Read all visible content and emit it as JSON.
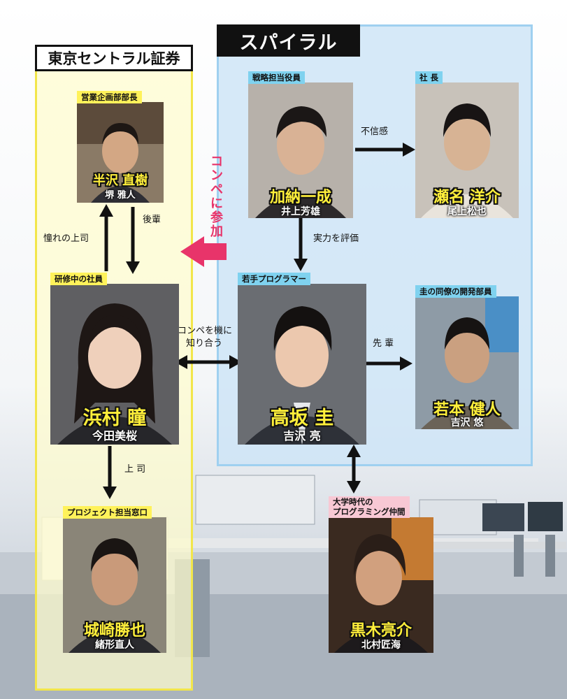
{
  "groups": {
    "tokyo": "東京セントラル証券",
    "spiral": "スパイラル"
  },
  "compe_label": [
    "コ",
    "ン",
    "ペ",
    "に",
    "参",
    "加"
  ],
  "characters": {
    "hanzawa": {
      "role": "営業企画部部長",
      "name": "半沢 直樹",
      "actor": "堺 雅人"
    },
    "hamamura": {
      "role": "研修中の社員",
      "name": "浜村 瞳",
      "actor": "今田美桜"
    },
    "shirosaki": {
      "role": "プロジェクト担当窓口",
      "name": "城崎勝也",
      "actor": "緒形直人"
    },
    "kanou": {
      "role": "戦略担当役員",
      "name": "加納一成",
      "actor": "井上芳雄"
    },
    "sena": {
      "role": "社 長",
      "name": "瀬名 洋介",
      "actor": "尾上松也"
    },
    "takasaka": {
      "role": "若手プログラマー",
      "name": "高坂 圭",
      "actor": "吉沢 亮"
    },
    "wakamoto": {
      "role": "圭の同僚の開発部員",
      "name": "若本 健人",
      "actor": "吉沢 悠"
    },
    "kuroki": {
      "role_line1": "大学時代の",
      "role_line2": "プログラミング仲間",
      "name": "黒木亮介",
      "actor": "北村匠海"
    }
  },
  "edges": {
    "fushinkan": "不信感",
    "kouhai": "後輩",
    "akogare": "憧れの上司",
    "jitsuryoku": "実力を評価",
    "compe_line1": "コンペを機に",
    "compe_line2": "知り合う",
    "senpai": "先 輩",
    "joushi": "上 司"
  },
  "colors": {
    "tokyo_fill": "#fffccd",
    "tokyo_border": "#f2e64a",
    "spiral_fill": "#cde4f6",
    "spiral_border": "#9fd0f0",
    "name_yellow": "#ffef3a",
    "compe_pink": "#e8346a"
  }
}
